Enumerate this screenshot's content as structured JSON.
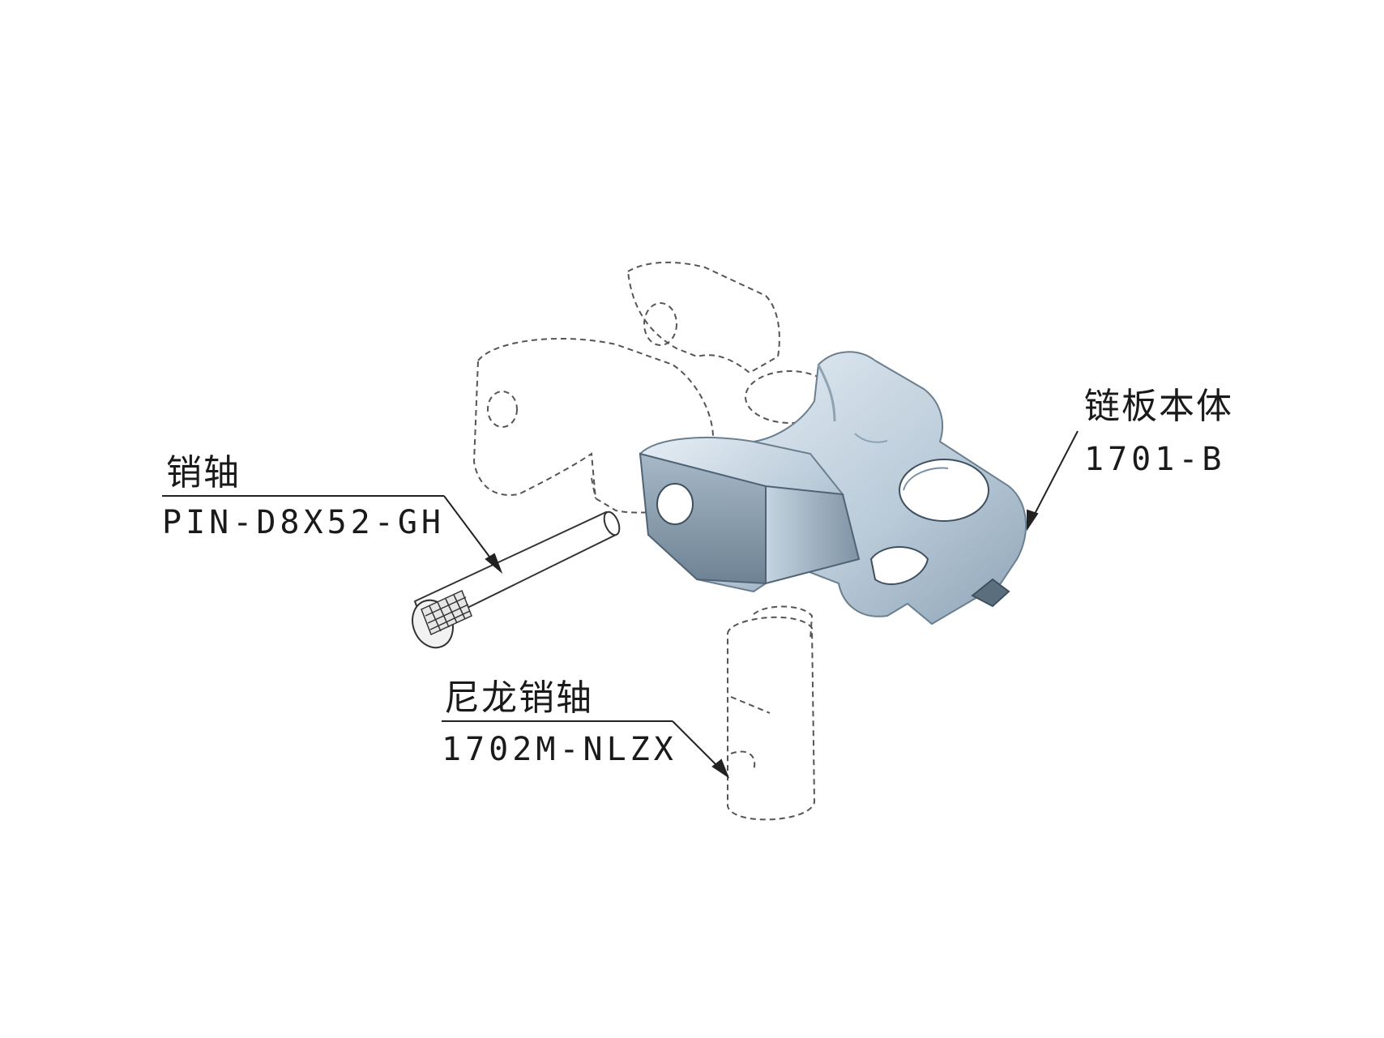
{
  "callouts": {
    "pin": {
      "name": "销轴",
      "code": "PIN-D8X52-GH"
    },
    "body": {
      "name": "链板本体",
      "code": "1701-B"
    },
    "nylon_pin": {
      "name": "尼龙销轴",
      "code": "1702M-NLZX"
    }
  },
  "colors": {
    "background": "#ffffff",
    "text": "#1a1a1a",
    "ghost_line": "#555555",
    "part_light": "#d9e4ee",
    "part_mid": "#9fb4c6",
    "part_dark": "#5f7486"
  }
}
